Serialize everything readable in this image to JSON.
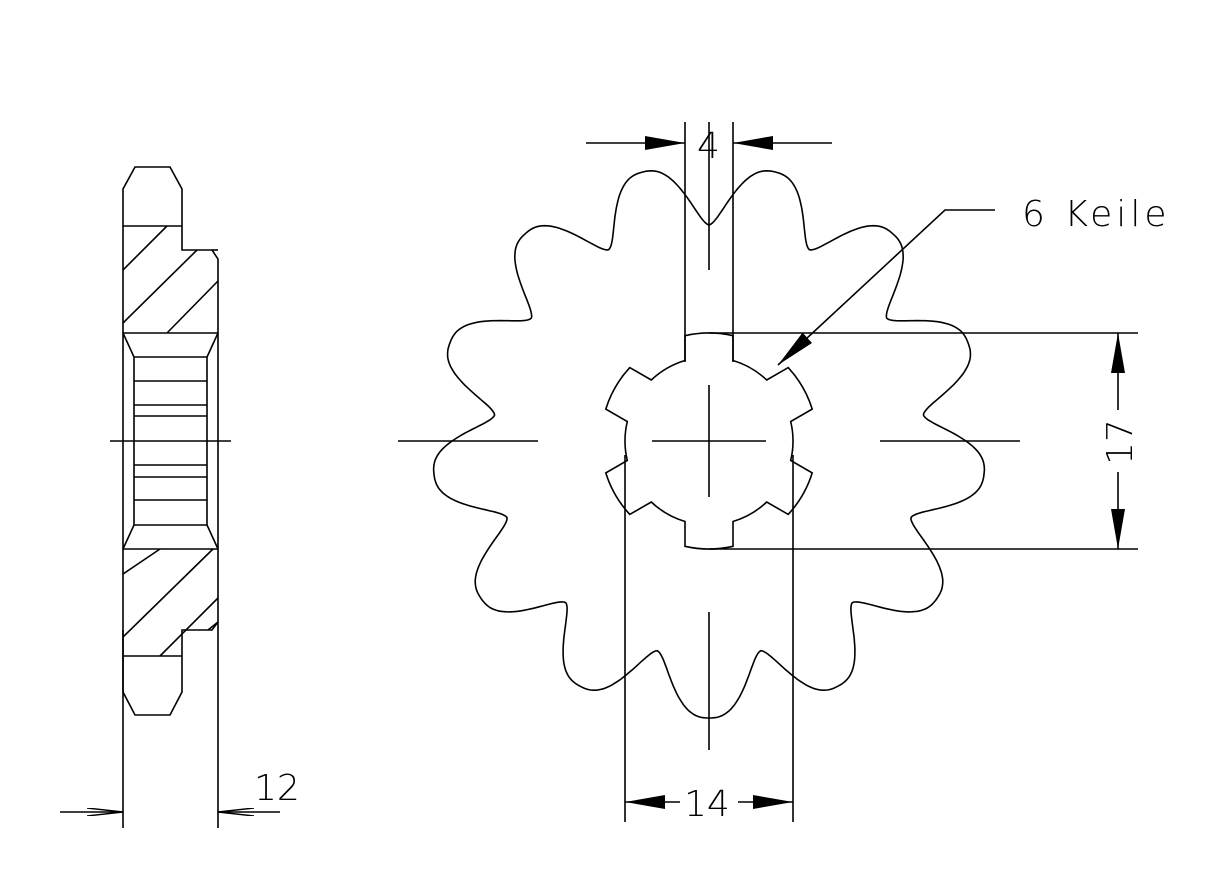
{
  "drawing": {
    "annotations": {
      "keys_label": "6 Keile",
      "dim_width": "12",
      "dim_bore": "14",
      "dim_key_width": "4",
      "dim_key_depth": "17"
    },
    "sprocket": {
      "teeth": 13,
      "spline_keys": 6
    }
  }
}
